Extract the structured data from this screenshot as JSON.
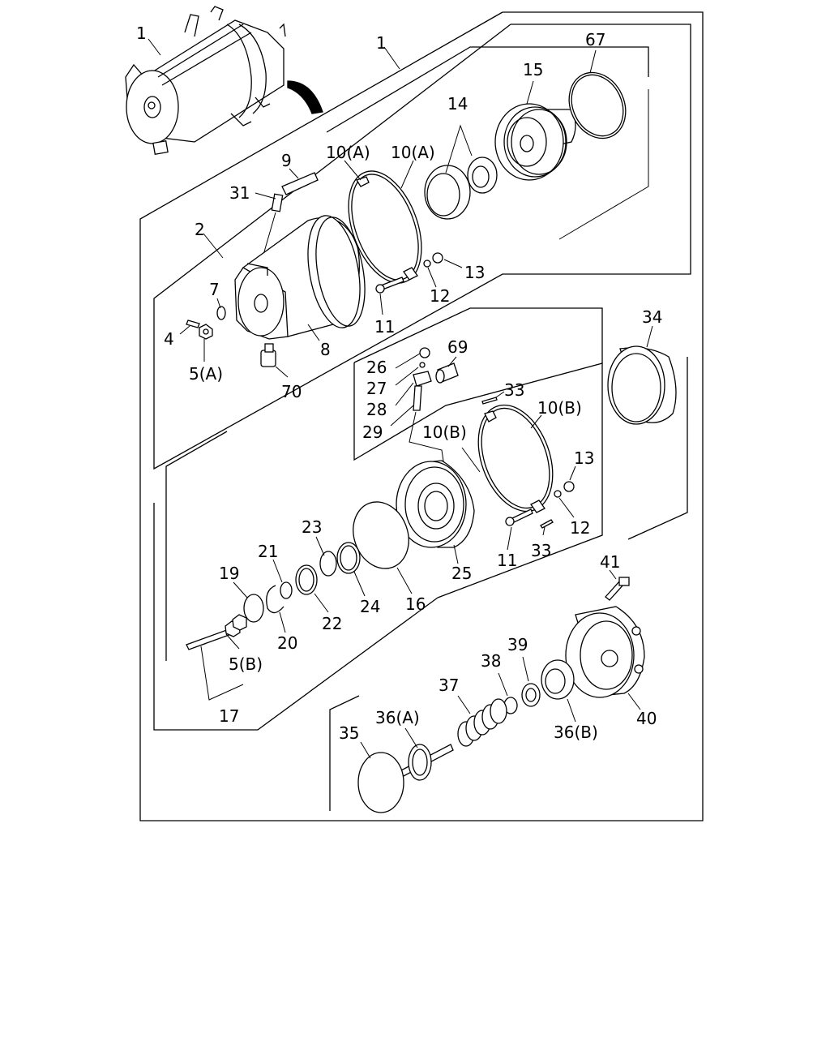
{
  "labels": {
    "assembly_top": "1",
    "assembly_main": "1",
    "p2": "2",
    "p4": "4",
    "p5a": "5(A)",
    "p5b": "5(B)",
    "p7": "7",
    "p8": "8",
    "p9": "9",
    "p10a_left": "10(A)",
    "p10a_right": "10(A)",
    "p10b_left": "10(B)",
    "p10b_right": "10(B)",
    "p11_top": "11",
    "p11_mid": "11",
    "p12_top": "12",
    "p12_mid": "12",
    "p13_top": "13",
    "p13_mid": "13",
    "p14": "14",
    "p15": "15",
    "p16": "16",
    "p17": "17",
    "p19": "19",
    "p20": "20",
    "p21": "21",
    "p22": "22",
    "p23": "23",
    "p24": "24",
    "p25": "25",
    "p26": "26",
    "p27": "27",
    "p28": "28",
    "p29": "29",
    "p31": "31",
    "p33_top": "33",
    "p33_bottom": "33",
    "p34": "34",
    "p35": "35",
    "p36a": "36(A)",
    "p36b": "36(B)",
    "p37": "37",
    "p38": "38",
    "p39": "39",
    "p40": "40",
    "p41": "41",
    "p67": "67",
    "p69": "69",
    "p70": "70"
  }
}
